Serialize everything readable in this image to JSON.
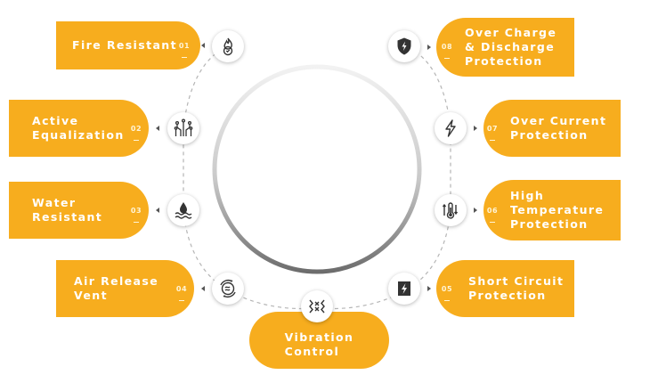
{
  "features": [
    {
      "id": "fire",
      "num": "01",
      "label": "Fire Resistant",
      "icon": "flame-shield-icon"
    },
    {
      "id": "equalization",
      "num": "02",
      "label": "Active\nEqualization",
      "icon": "circuit-icon"
    },
    {
      "id": "water",
      "num": "03",
      "label": "Water\nResistant",
      "icon": "water-drop-icon"
    },
    {
      "id": "air",
      "num": "04",
      "label": "Air Release\nVent",
      "icon": "air-vent-icon"
    },
    {
      "id": "short-circuit",
      "num": "05",
      "label": "Short Circuit\nProtection",
      "icon": "short-circuit-icon"
    },
    {
      "id": "high-temp",
      "num": "06",
      "label": "High\nTemperature\nProtection",
      "icon": "thermometer-icon"
    },
    {
      "id": "over-current",
      "num": "07",
      "label": "Over Current\nProtection",
      "icon": "lightning-icon"
    },
    {
      "id": "over-charge",
      "num": "08",
      "label": "Over  Charge\n&  Discharge\nProtection",
      "icon": "bolt-shield-icon"
    },
    {
      "id": "vibration",
      "num": "",
      "label": "Vibration\nControl",
      "icon": "vibration-icon"
    }
  ],
  "colors": {
    "accent": "#f7ad1e",
    "text": "#ffffff",
    "dashed_line": "#b5b5b5",
    "icon": "#333333"
  }
}
